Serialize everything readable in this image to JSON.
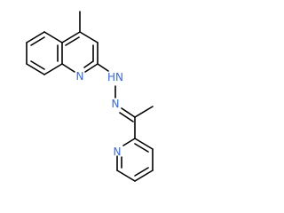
{
  "molecule": {
    "atom_labels": {
      "quinoline_n": "N",
      "hydrazone_nh": "HN",
      "hydrazone_n": "N",
      "pyridine_n": "N"
    },
    "colors": {
      "bond": "#000000",
      "heteroatom": "#3366ff",
      "background": "#ffffff"
    }
  }
}
